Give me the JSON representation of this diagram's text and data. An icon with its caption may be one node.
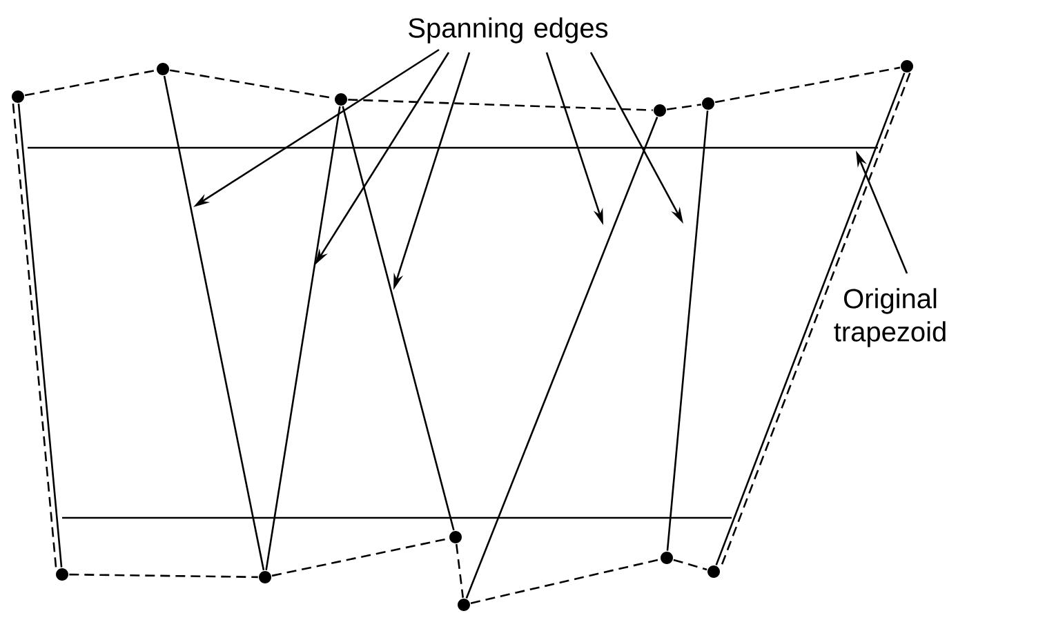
{
  "diagram": {
    "nodes": [
      {
        "text": [
          "Spanning edges"
        ]
      },
      {
        "text": [
          "Original trapezoid"
        ]
      },
      {
        "text": [],
        "shape": "circle"
      },
      {
        "text": [],
        "shape": "circle"
      },
      {
        "text": [],
        "shape": "circle"
      },
      {
        "text": [],
        "shape": "circle"
      },
      {
        "text": [],
        "shape": "circle"
      },
      {
        "text": [],
        "shape": "circle"
      },
      {
        "text": [],
        "shape": "circle"
      },
      {
        "text": [],
        "shape": "circle"
      },
      {
        "text": [],
        "shape": "circle"
      },
      {
        "text": [],
        "shape": "circle"
      },
      {
        "text": [],
        "shape": "circle"
      },
      {
        "text": [],
        "shape": "circle"
      }
    ],
    "edges": [
      {
        "from": 2,
        "to": 3,
        "arrow": "none",
        "style": "dashed"
      },
      {
        "from": 3,
        "to": 4,
        "arrow": "none",
        "style": "dashed"
      },
      {
        "from": 4,
        "to": 5,
        "arrow": "none",
        "style": "dashed"
      },
      {
        "from": 5,
        "to": 6,
        "arrow": "none",
        "style": "dashed"
      },
      {
        "from": 6,
        "to": 7,
        "arrow": "none",
        "style": "dashed"
      },
      {
        "from": 8,
        "to": 9,
        "arrow": "none",
        "style": "dashed"
      },
      {
        "from": 9,
        "to": 10,
        "arrow": "none",
        "style": "dashed"
      },
      {
        "from": 10,
        "to": 11,
        "arrow": "none",
        "style": "dashed"
      },
      {
        "from": 11,
        "to": 12,
        "arrow": "none",
        "style": "dashed"
      },
      {
        "from": 12,
        "to": 13,
        "arrow": "none",
        "style": "dashed"
      },
      {
        "from": 2,
        "to": 8,
        "arrow": "none"
      },
      {
        "from": 2,
        "to": 8,
        "arrow": "none",
        "style": "dashed"
      },
      {
        "from": 7,
        "to": 13,
        "arrow": "none"
      },
      {
        "from": 7,
        "to": 13,
        "arrow": "none",
        "style": "dashed"
      },
      {
        "from": 3,
        "to": 9,
        "arrow": "none"
      },
      {
        "from": 9,
        "to": 4,
        "arrow": "none"
      },
      {
        "from": 4,
        "to": 10,
        "arrow": "none"
      },
      {
        "from": 5,
        "to": 11,
        "arrow": "none"
      },
      {
        "from": 6,
        "to": 12,
        "arrow": "none"
      },
      {
        "from": 0,
        "to": null,
        "arrow": "to"
      },
      {
        "from": 0,
        "to": null,
        "arrow": "to"
      },
      {
        "from": 0,
        "to": null,
        "arrow": "to"
      },
      {
        "from": 0,
        "to": null,
        "arrow": "to"
      },
      {
        "from": 0,
        "to": null,
        "arrow": "to"
      },
      {
        "from": 1,
        "to": null,
        "arrow": "to"
      }
    ]
  }
}
